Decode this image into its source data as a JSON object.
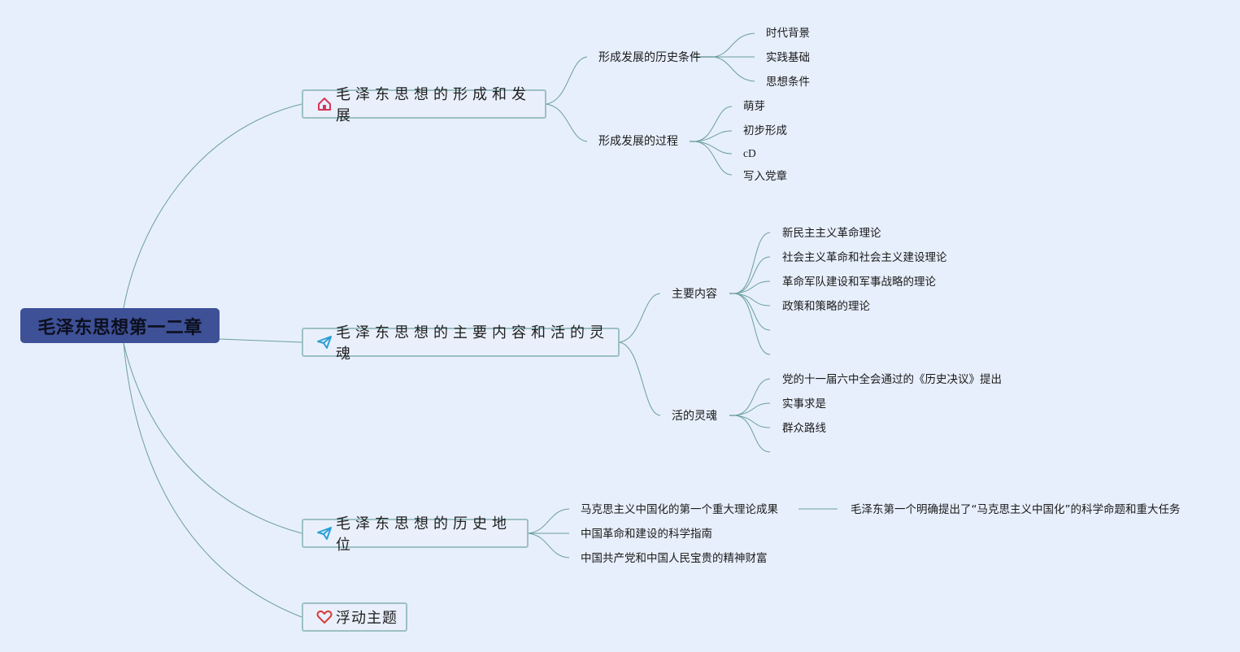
{
  "root": {
    "label": "毛泽东思想第一二章",
    "color": "#3e5096"
  },
  "colors": {
    "background": "#e7effc",
    "connector": "#6b9e9e",
    "topic_border": "#9cc0c4"
  },
  "topics": [
    {
      "label": "毛泽东思想的形成和发展",
      "icon": "home-icon",
      "children": [
        {
          "label": "形成发展的历史条件",
          "children": [
            "时代背景",
            "实践基础",
            "思想条件"
          ]
        },
        {
          "label": "形成发展的过程",
          "children": [
            "萌芽",
            "初步形成",
            "cD",
            "写入党章"
          ]
        }
      ]
    },
    {
      "label": "毛泽东思想的主要内容和活的灵魂",
      "icon": "paper-plane-icon",
      "children": [
        {
          "label": "主要内容",
          "children": [
            "新民主主义革命理论",
            "社会主义革命和社会主义建设理论",
            "革命军队建设和军事战略的理论",
            "政策和策略的理论",
            "",
            ""
          ]
        },
        {
          "label": "活的灵魂",
          "children": [
            "党的十一届六中全会通过的《历史决议》提出",
            "实事求是",
            "群众路线",
            ""
          ]
        }
      ]
    },
    {
      "label": "毛泽东思想的历史地位",
      "icon": "paper-plane-icon",
      "children": [
        {
          "label": "马克思主义中国化的第一个重大理论成果",
          "children": [
            "毛泽东第一个明确提出了“马克思主义中国化”的科学命题和重大任务"
          ]
        },
        {
          "label": "中国革命和建设的科学指南",
          "children": []
        },
        {
          "label": "中国共产党和中国人民宝贵的精神财富",
          "children": []
        }
      ]
    },
    {
      "label": "浮动主题",
      "icon": "heart-icon",
      "children": []
    }
  ]
}
